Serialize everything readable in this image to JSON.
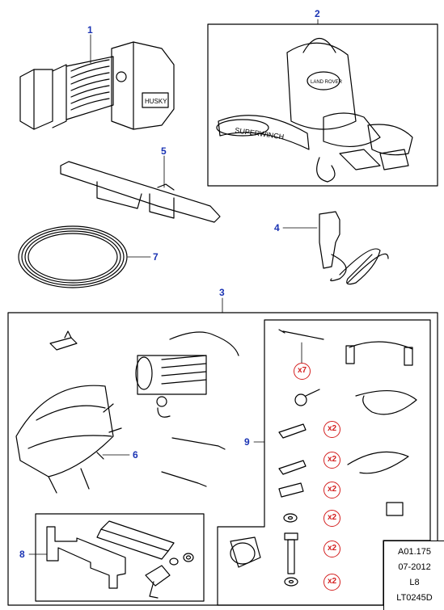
{
  "callouts": [
    {
      "id": "1",
      "label": "1"
    },
    {
      "id": "2",
      "label": "2"
    },
    {
      "id": "3",
      "label": "3"
    },
    {
      "id": "4",
      "label": "4"
    },
    {
      "id": "5",
      "label": "5"
    },
    {
      "id": "6",
      "label": "6"
    },
    {
      "id": "7",
      "label": "7"
    },
    {
      "id": "8",
      "label": "8"
    },
    {
      "id": "9",
      "label": "9"
    }
  ],
  "quantities": {
    "cable_tie": "x7",
    "terminal_flat_1": "x2",
    "terminal_flat_2": "x2",
    "terminal_block": "x2",
    "washer": "x2",
    "bolt": "x2",
    "nut": "x2"
  },
  "part_texts": {
    "strap_print": "SUPERWINCH",
    "bag_logo": "LAND ROVER",
    "winch_badge": "HUSKY"
  },
  "reference": {
    "code": "A01.175",
    "date": "07-2012",
    "level": "L8",
    "illustration_id": "LT0245D"
  },
  "colors": {
    "callout_blue": "#1a33b3",
    "multiplier_red": "#d42020",
    "linework": "#000000"
  }
}
